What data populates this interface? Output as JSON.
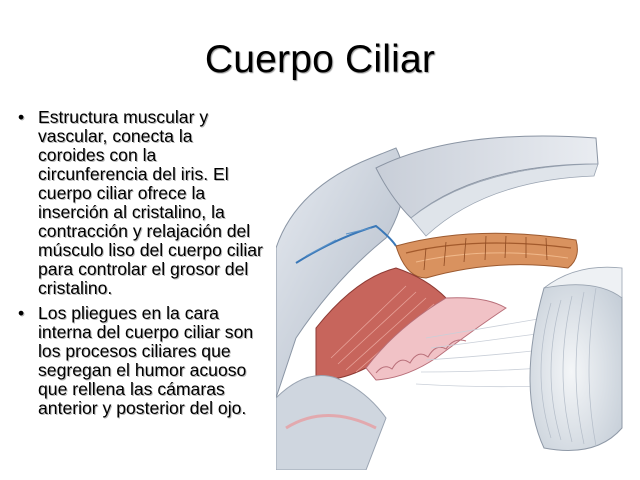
{
  "slide": {
    "title": "Cuerpo Ciliar",
    "bullets": [
      {
        "marker": "•",
        "text": "Estructura muscular y vascular, conecta la coroides con la circunferencia del iris. El cuerpo ciliar ofrece la inserción al cristalino, la contracción y relajación del músculo liso del cuerpo ciliar para controlar el grosor del cristalino."
      },
      {
        "marker": "•",
        "text": "Los pliegues en la cara interna del cuerpo ciliar son los procesos ciliares que segregan el humor acuoso que rellena las cámaras anterior y posterior del ojo."
      }
    ]
  }
}
